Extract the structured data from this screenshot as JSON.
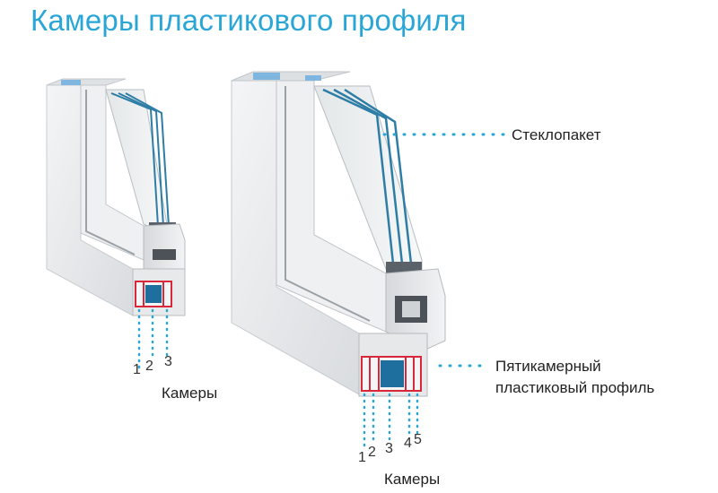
{
  "title": "Камеры пластикового профиля",
  "callouts": {
    "glass_unit": "Стеклопакет",
    "profile_line1": "Пятикамерный",
    "profile_line2": "пластиковый профиль"
  },
  "small_window": {
    "chamber_numbers": [
      "1",
      "2",
      "3"
    ],
    "chambers_label": "Камеры"
  },
  "large_window": {
    "chamber_numbers": [
      "1",
      "2",
      "3",
      "4",
      "5"
    ],
    "chambers_label": "Камеры"
  },
  "colors": {
    "title": "#2aa6d6",
    "dots": "#2aa6d6",
    "chamber_outline": "#d8283a",
    "glass": "#2e7da6",
    "profile": "#e9ecef"
  }
}
